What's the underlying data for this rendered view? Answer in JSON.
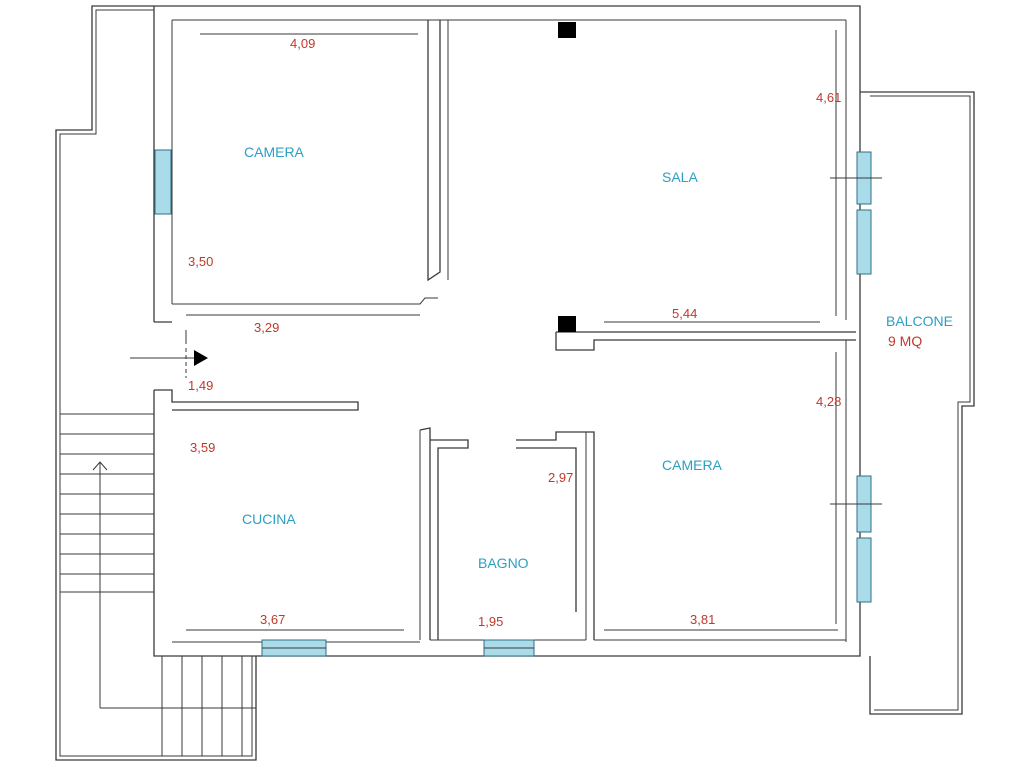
{
  "rooms": {
    "camera_1": "CAMERA",
    "sala": "SALA",
    "cucina": "CUCINA",
    "bagno": "BAGNO",
    "camera_2": "CAMERA",
    "balcone": "BALCONE",
    "balcone_area": "9 MQ"
  },
  "dimensions": {
    "camera_1_width": "4,09",
    "camera_1_depth": "3,50",
    "sala_depth": "4,61",
    "sala_width": "5,44",
    "corridor_length": "3,29",
    "corridor_width": "1,49",
    "cucina_depth": "3,59",
    "cucina_width": "3,67",
    "bagno_depth": "2,97",
    "bagno_width": "1,95",
    "camera_2_depth": "4,28",
    "camera_2_width": "3,81"
  },
  "icons": {
    "entrance": "arrow-right-icon",
    "stairs_direction": "arrow-up-icon"
  },
  "colors": {
    "room_label": "#2b9fc4",
    "dimension_label": "#c0392b",
    "window_fill": "#a9dbe8",
    "wall": "#3a3a3a"
  }
}
